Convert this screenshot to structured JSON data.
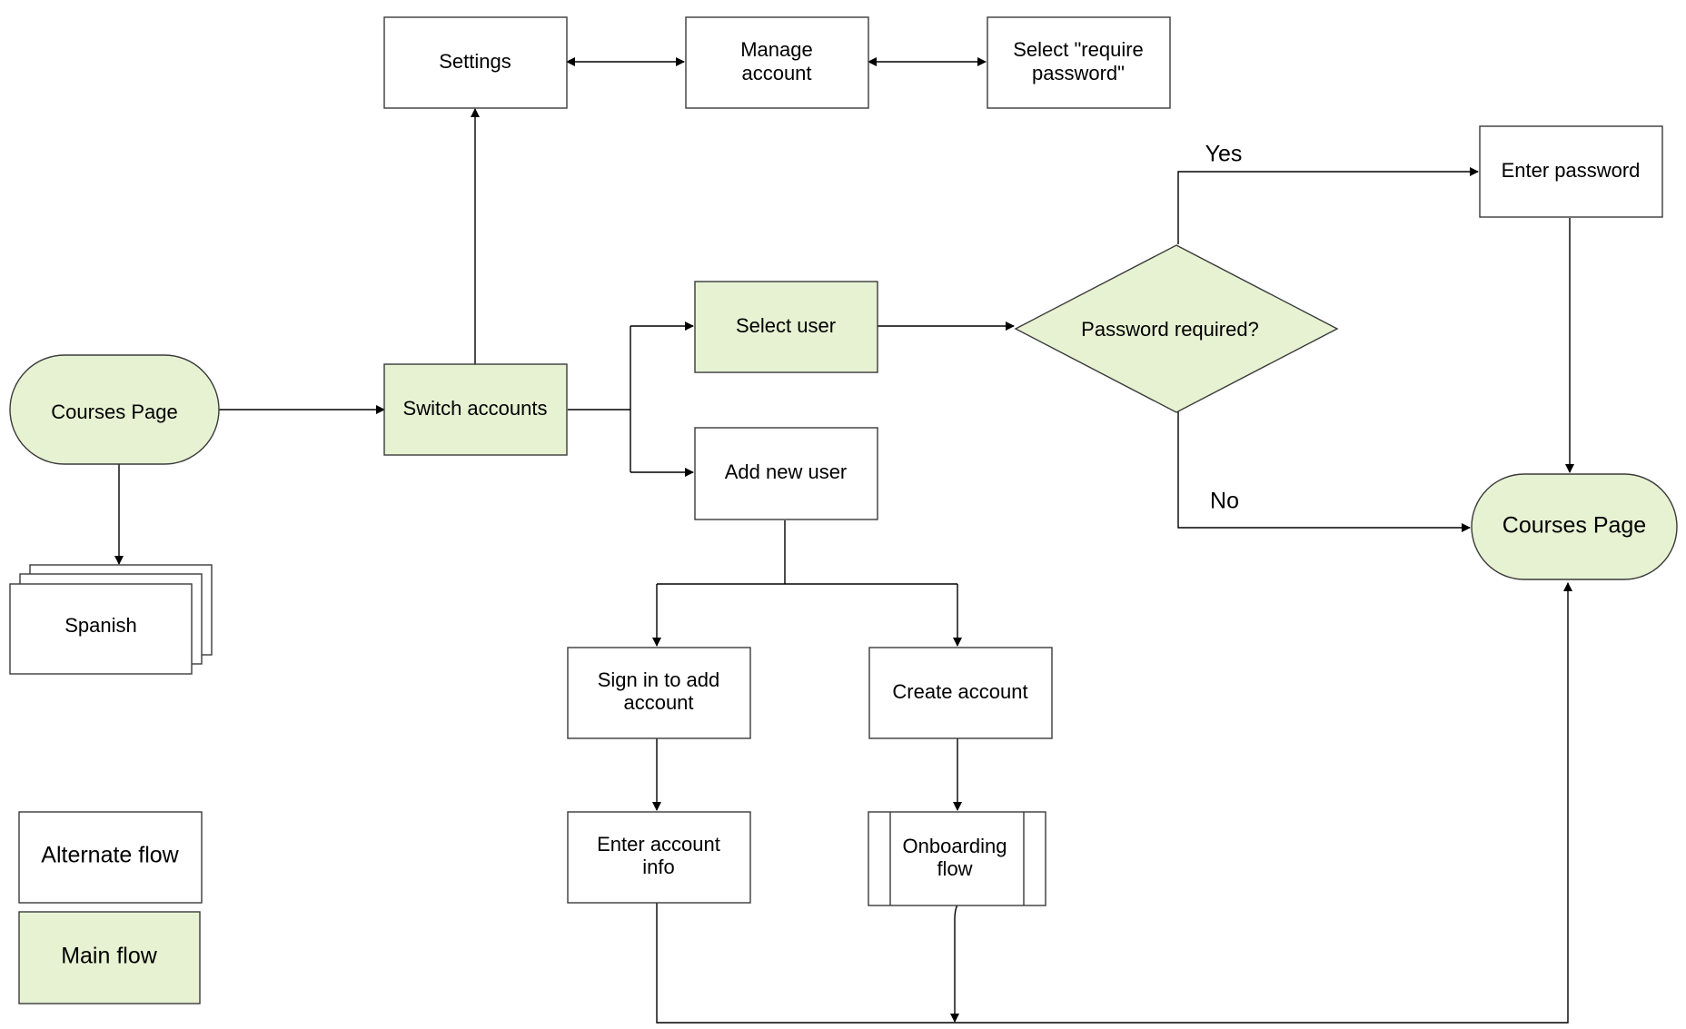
{
  "colors": {
    "main_flow": "#e6f2d2",
    "alternate_flow": "#ffffff",
    "stroke": "#3a3a3a"
  },
  "nodes": {
    "courses_page_start": "Courses Page",
    "spanish": "Spanish",
    "switch_accounts": "Switch accounts",
    "settings": "Settings",
    "manage_account": [
      "Manage",
      "account"
    ],
    "select_require_password": [
      "Select \"require",
      "password\""
    ],
    "select_user": "Select user",
    "add_new_user": "Add new user",
    "password_required": "Password required?",
    "enter_password": "Enter password",
    "courses_page_end": "Courses Page",
    "sign_in_to_add_account": [
      "Sign in to add",
      "account"
    ],
    "create_account": "Create account",
    "enter_account_info": [
      "Enter account",
      "info"
    ],
    "onboarding_flow": [
      "Onboarding",
      "flow"
    ]
  },
  "edges": {
    "yes": "Yes",
    "no": "No"
  },
  "legend": {
    "alternate": "Alternate flow",
    "main": "Main flow"
  }
}
